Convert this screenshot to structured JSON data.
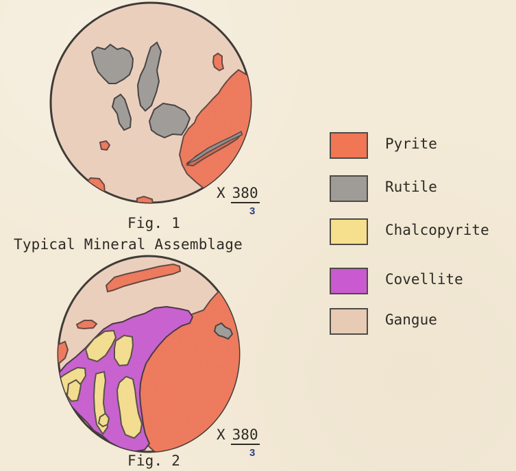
{
  "figure1": {
    "caption": "Fig. 1",
    "subtitle": "Typical Mineral Assemblage",
    "magnification": {
      "prefix": "X",
      "numerator": "380",
      "denominator": "3"
    }
  },
  "figure2": {
    "caption": "Fig. 2",
    "magnification": {
      "prefix": "X",
      "numerator": "380",
      "denominator": "3"
    }
  },
  "legend": {
    "items": [
      {
        "label": "Pyrite",
        "color": "#f07654"
      },
      {
        "label": "Rutile",
        "color": "#9f9b97"
      },
      {
        "label": "Chalcopyrite",
        "color": "#f6df8d"
      },
      {
        "label": "Covellite",
        "color": "#c95ad0"
      },
      {
        "label": "Gangue",
        "color": "#e8cbb4"
      }
    ]
  }
}
